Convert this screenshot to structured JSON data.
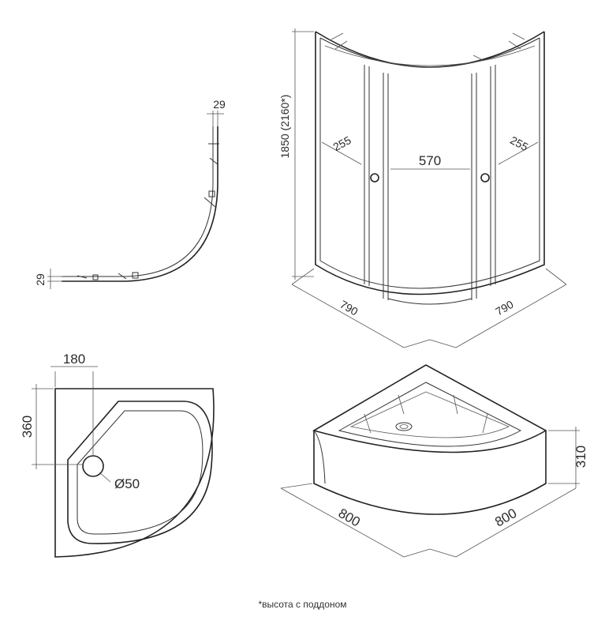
{
  "profile_view": {
    "dim_top": "29",
    "dim_left": "29"
  },
  "cabin_view": {
    "height": "1850 (2160*)",
    "side_left": "255",
    "door_width": "570",
    "side_right": "255",
    "base_left": "790",
    "base_right": "790"
  },
  "tray_plan": {
    "offset_x": "180",
    "offset_y": "360",
    "drain": "Ø50"
  },
  "tray_iso": {
    "depth_left": "800",
    "depth_right": "800",
    "height": "310"
  },
  "footnote": "*высота с поддоном"
}
